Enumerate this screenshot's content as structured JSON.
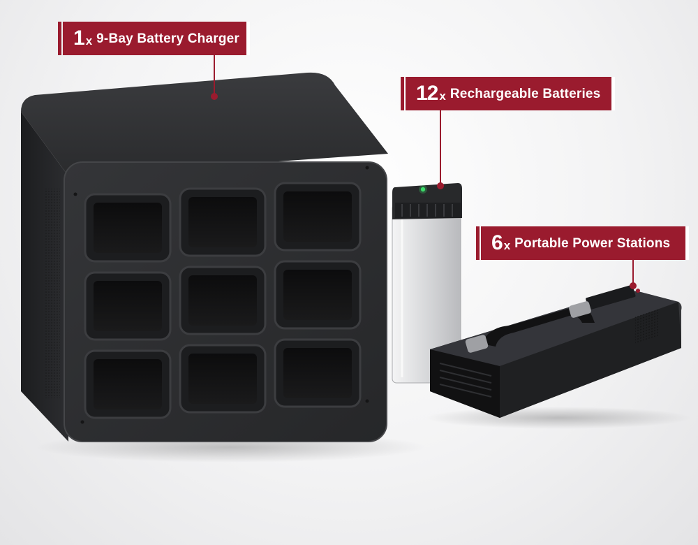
{
  "callouts": [
    {
      "quantity": "1",
      "multiplier": "x",
      "label": "9-Bay Battery Charger"
    },
    {
      "quantity": "12",
      "multiplier": "x",
      "label": "Rechargeable Batteries"
    },
    {
      "quantity": "6",
      "multiplier": "x",
      "label": "Portable Power Stations"
    }
  ],
  "colors": {
    "accent": "#9a1b2e",
    "product_body": "#2b2c2e",
    "battery_silver": "#d9dadc",
    "indicator_led": "#3ddc6a"
  },
  "charger": {
    "bay_count": 9
  }
}
